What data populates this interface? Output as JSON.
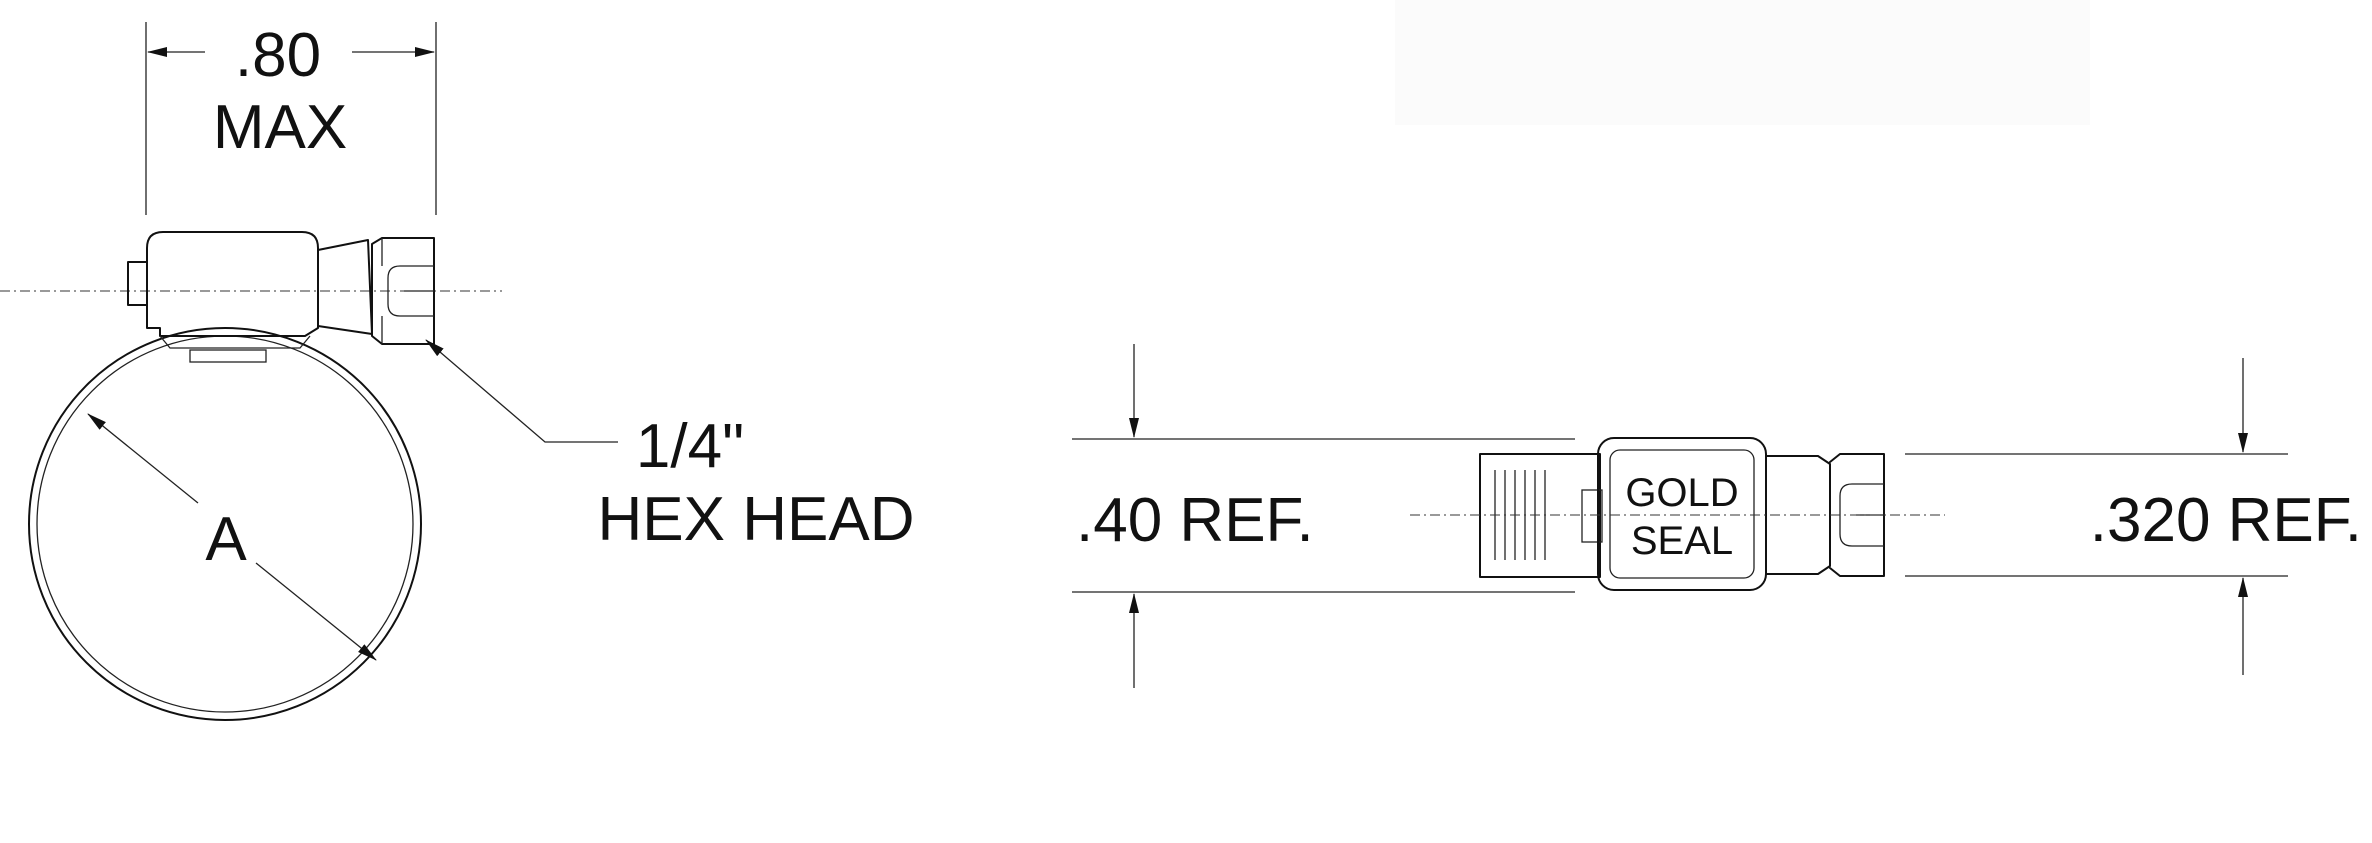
{
  "diagram": {
    "side_view": {
      "width_dim": {
        "value": ".80",
        "qualifier": "MAX"
      },
      "diameter_label": "A",
      "hex_callout": {
        "line1": "1/4\"",
        "line2": "HEX HEAD"
      }
    },
    "top_view": {
      "band_dim": ".40 REF.",
      "screw_dim": ".320 REF.",
      "housing_label": {
        "line1": "GOLD",
        "line2": "SEAL"
      }
    }
  },
  "colors": {
    "line": "#111111",
    "background": "#ffffff"
  }
}
